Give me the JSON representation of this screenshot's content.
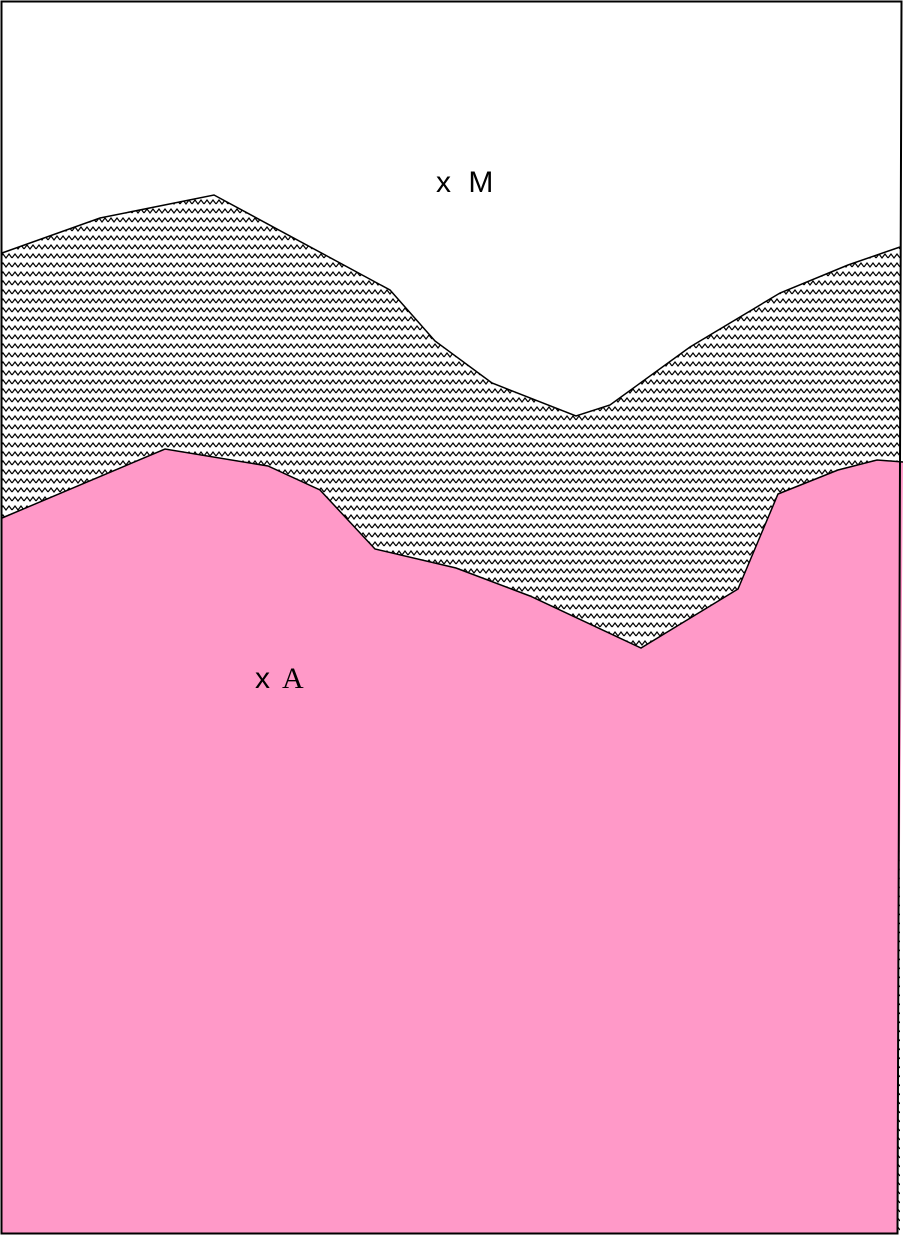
{
  "labels": {
    "point_m": {
      "marker": "x",
      "name": "M"
    },
    "point_a": {
      "marker": "x",
      "name": "A"
    }
  },
  "colors": {
    "background": "#ffffff",
    "region_a_fill": "#ff99c8",
    "outline": "#000000",
    "hatch_stroke": "#000000"
  },
  "regions": [
    {
      "id": "upper-region",
      "fill": "white"
    },
    {
      "id": "middle-band",
      "fill": "zigzag-hatch"
    },
    {
      "id": "lower-region",
      "fill": "solid-pink"
    }
  ]
}
